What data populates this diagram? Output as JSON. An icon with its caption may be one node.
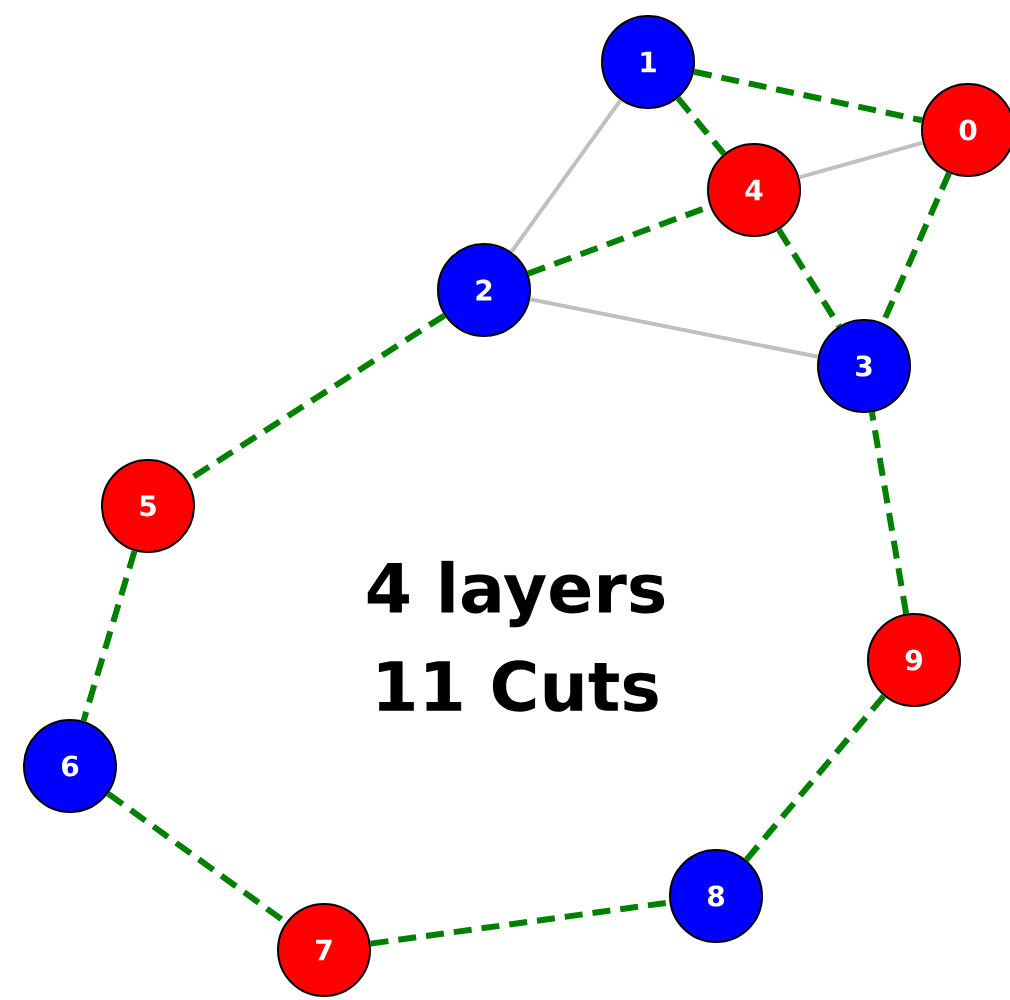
{
  "diagram": {
    "nodes": [
      {
        "text": [
          "0"
        ]
      },
      {
        "text": [
          "1"
        ]
      },
      {
        "text": [
          "2"
        ]
      },
      {
        "text": [
          "3"
        ]
      },
      {
        "text": [
          "4"
        ]
      },
      {
        "text": [
          "5"
        ]
      },
      {
        "text": [
          "6"
        ]
      },
      {
        "text": [
          "7"
        ]
      },
      {
        "text": [
          "8"
        ]
      },
      {
        "text": [
          "9"
        ]
      }
    ],
    "edges": [
      {
        "from": 1,
        "to": 2,
        "arrow": "none",
        "color": "#c0c0c0"
      },
      {
        "from": 4,
        "to": 0,
        "arrow": "none",
        "color": "#c0c0c0"
      },
      {
        "from": 2,
        "to": 3,
        "arrow": "none",
        "color": "#c0c0c0"
      },
      {
        "from": 1,
        "to": 0,
        "arrow": "none",
        "style": "dashed"
      },
      {
        "from": 1,
        "to": 4,
        "arrow": "none",
        "style": "dashed"
      },
      {
        "from": 0,
        "to": 3,
        "arrow": "none",
        "style": "dashed"
      },
      {
        "from": 4,
        "to": 3,
        "arrow": "none",
        "style": "dashed"
      },
      {
        "from": 2,
        "to": 4,
        "arrow": "none",
        "style": "dashed"
      },
      {
        "from": 2,
        "to": 5,
        "arrow": "none",
        "style": "dashed"
      },
      {
        "from": 5,
        "to": 6,
        "arrow": "none",
        "style": "dashed"
      },
      {
        "from": 6,
        "to": 7,
        "arrow": "none",
        "style": "dashed"
      },
      {
        "from": 7,
        "to": 8,
        "arrow": "none",
        "style": "dashed"
      },
      {
        "from": 8,
        "to": 9,
        "arrow": "none",
        "style": "dashed"
      },
      {
        "from": 9,
        "to": 3,
        "arrow": "none",
        "style": "dashed"
      }
    ],
    "labels": [
      "4 layers",
      "11 Cuts"
    ]
  }
}
